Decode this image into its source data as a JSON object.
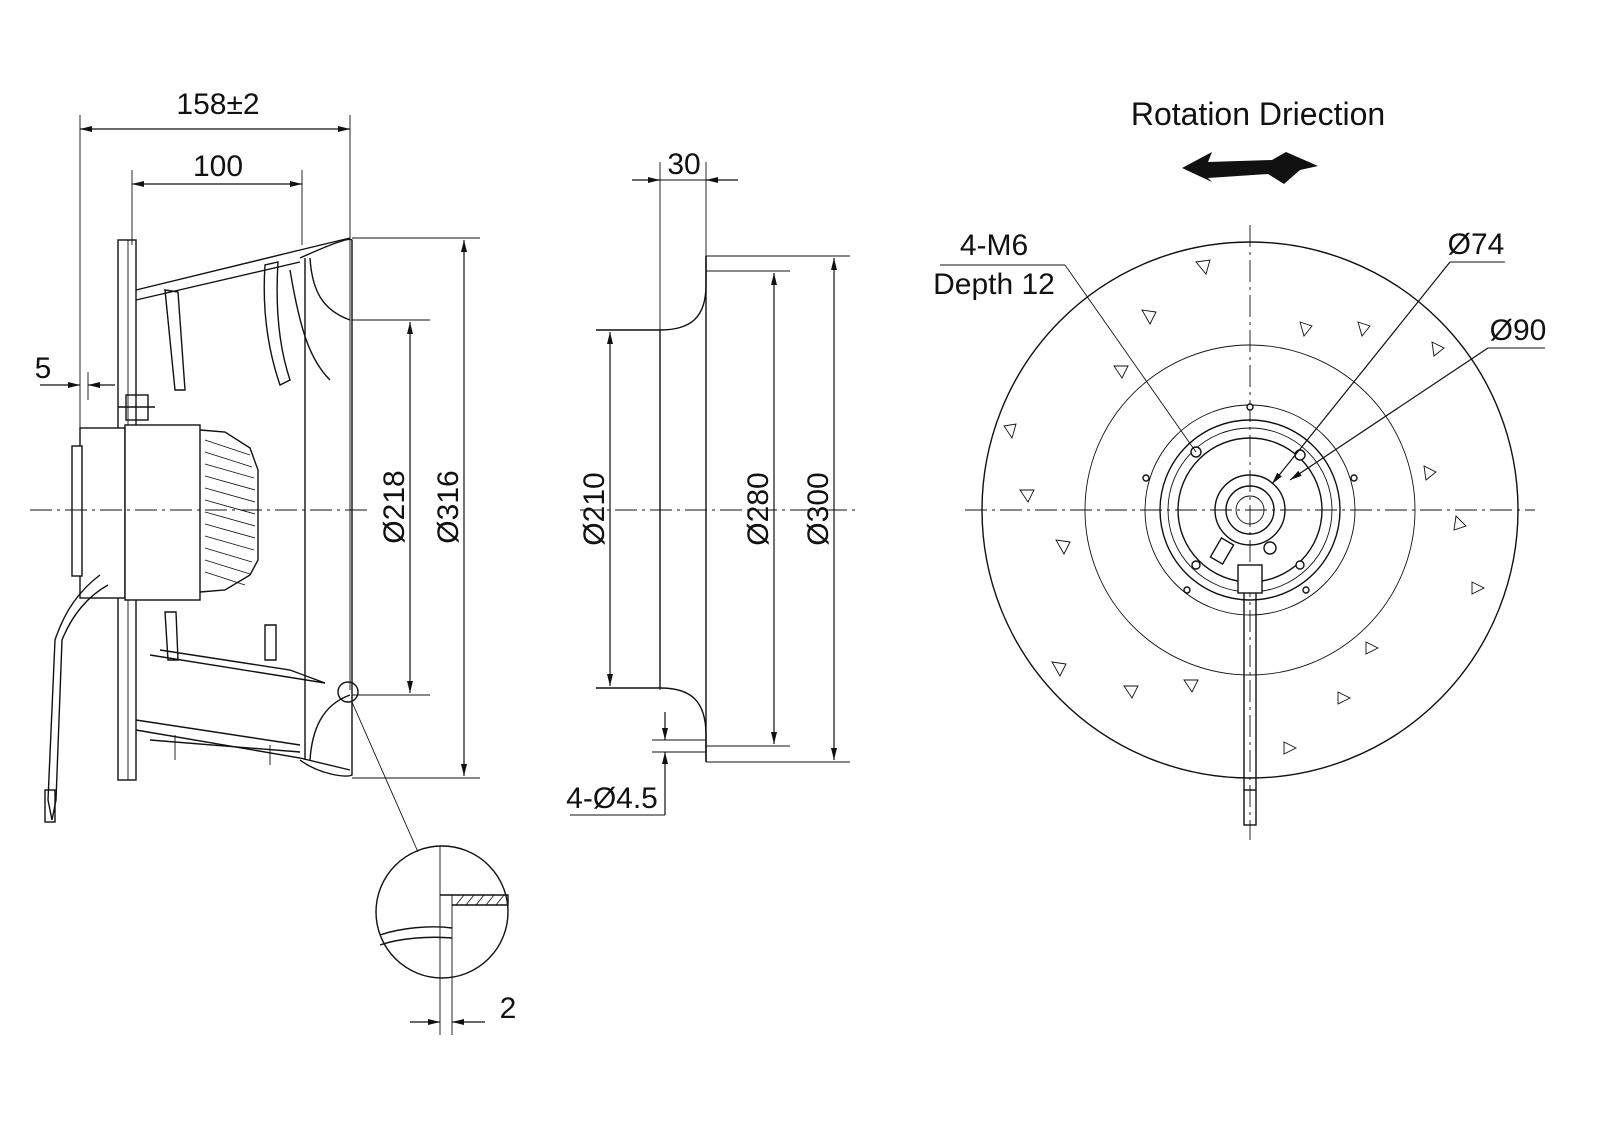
{
  "side_view": {
    "dim_overall_length": "158±2",
    "dim_inlet_depth": "100",
    "dim_flange_offset": "5",
    "dim_inlet_diameter": "Ø218",
    "dim_impeller_diameter": "Ø316",
    "dim_detail_thickness": "2"
  },
  "inlet_ring": {
    "dim_ring_depth": "30",
    "dim_throat_diameter": "Ø210",
    "dim_bolt_circle": "Ø280",
    "dim_outer_diameter": "Ø300",
    "dim_mount_holes": "4-Ø4.5"
  },
  "front_view": {
    "rotation_label": "Rotation Driection",
    "thread_label_line1": "4-M6",
    "thread_label_line2": "Depth 12",
    "dim_hub_small": "Ø74",
    "dim_hub_large": "Ø90"
  }
}
